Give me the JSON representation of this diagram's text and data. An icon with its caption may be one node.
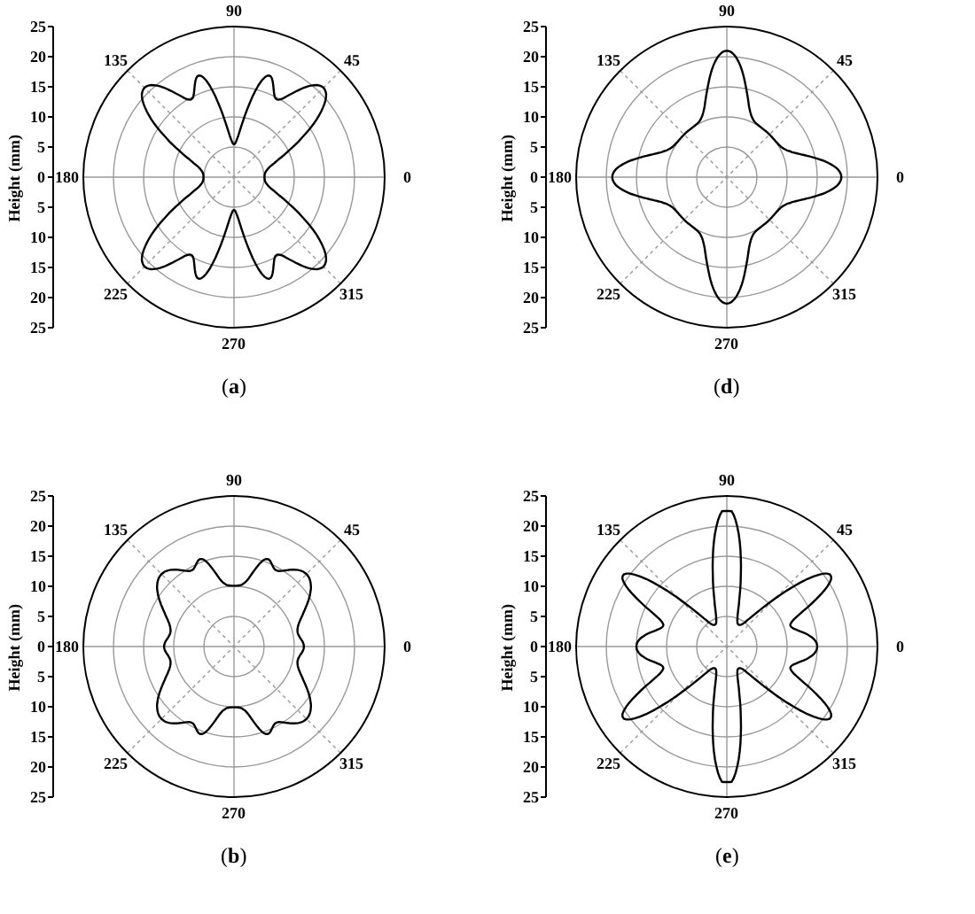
{
  "diagram": {
    "labels": [
      "25",
      "20",
      "15",
      "10",
      "5",
      "0",
      "5",
      "10",
      "15",
      "20",
      "25",
      "Height (mm)",
      "90",
      "135",
      "45",
      "180",
      "0",
      "225",
      "315",
      "270",
      "(**a**)",
      "25",
      "20",
      "15",
      "10",
      "5",
      "0",
      "5",
      "10",
      "15",
      "20",
      "25",
      "Height (mm)",
      "90",
      "135",
      "45",
      "180",
      "0",
      "225",
      "315",
      "270",
      "(**d**)",
      "25",
      "20",
      "15",
      "10",
      "5",
      "0",
      "5",
      "10",
      "15",
      "20",
      "25",
      "Height (mm)",
      "90",
      "135",
      "45",
      "180",
      "0",
      "225",
      "315",
      "270",
      "(**b**)",
      "25",
      "20",
      "15",
      "10",
      "5",
      "0",
      "5",
      "10",
      "15",
      "20",
      "25",
      "Height (mm)",
      "90",
      "135",
      "45",
      "180",
      "0",
      "225",
      "315",
      "270",
      "(**e**)"
    ]
  }
}
